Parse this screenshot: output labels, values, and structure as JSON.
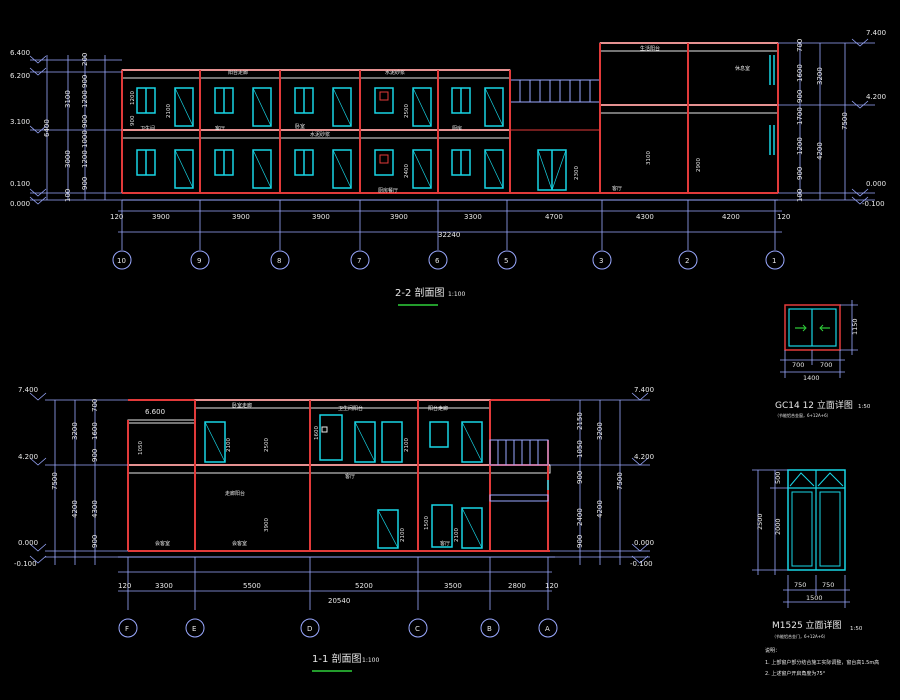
{
  "colors": {
    "background": "#000000",
    "wall": "#e23a3a",
    "window": "#18d6e6",
    "dimension": "#9aa9ff",
    "text": "#e8e8e8",
    "title_underline": "#2fcf3a"
  },
  "section_22": {
    "title": "2-2 剖面图",
    "scale": "1:100",
    "elevations_left": [
      "6.400",
      "6.200",
      "3.100",
      "0.100",
      "0.000"
    ],
    "elevations_right": [
      "7.400",
      "4.200",
      "0.000",
      "-0.100"
    ],
    "spans": [
      "120",
      "3900",
      "3900",
      "3900",
      "3900",
      "3300",
      "4700",
      "4300",
      "4200",
      "120"
    ],
    "total": "32240",
    "axes": [
      "10",
      "9",
      "8",
      "7",
      "6",
      "5",
      "3",
      "2",
      "1"
    ],
    "vertical_dims_left": [
      "6400",
      "3100",
      "3000",
      "100",
      "900",
      "1200",
      "900",
      "900",
      "1200",
      "1000",
      "200"
    ],
    "vertical_dims_right": [
      "7500",
      "4200",
      "3200",
      "700",
      "1600",
      "900",
      "1700",
      "1200",
      "900",
      "100"
    ],
    "room_labels": [
      "阳台走廊",
      "水泥砂浆",
      "水泥砂浆",
      "卫生间",
      "客厅",
      "卧室",
      "厨房",
      "厨房餐厅",
      "生活阳台",
      "休息室",
      "客厅"
    ],
    "inner_dims": [
      "900",
      "1200",
      "2100",
      "2500",
      "2400",
      "3100",
      "2900",
      "2300"
    ]
  },
  "section_11": {
    "title": "1-1 剖面图",
    "scale": "1:100",
    "elevations_left": [
      "7.400",
      "4.200",
      "0.000",
      "-0.100"
    ],
    "elevations_right": [
      "7.400",
      "4.200",
      "0.000",
      "-0.100"
    ],
    "roof_label": "6.600",
    "spans": [
      "120",
      "3300",
      "5500",
      "5200",
      "3500",
      "2800",
      "120"
    ],
    "total": "20540",
    "axes": [
      "F",
      "E",
      "D",
      "C",
      "B",
      "A"
    ],
    "vertical_dims_left": [
      "7500",
      "3200",
      "4200",
      "700",
      "1600",
      "900",
      "4300",
      "900"
    ],
    "vertical_dims_right": [
      "7500",
      "3200",
      "4200",
      "2150",
      "1050",
      "900",
      "2400",
      "900"
    ],
    "room_labels": [
      "卧室走廊",
      "卫生间阳台",
      "阳台走廊",
      "走廊阳台",
      "会客室",
      "会客室",
      "客厅",
      "客厅"
    ],
    "inner_dims": [
      "1050",
      "2100",
      "2500",
      "1600",
      "2100",
      "3900",
      "2100",
      "1500",
      "2100"
    ]
  },
  "window_detail": {
    "title": "GC14 12 立面详图",
    "scale": "1:50",
    "note": "（节能铝合金窗，6+12A+6）",
    "widths": [
      "700",
      "700"
    ],
    "total_width": "1400",
    "height": "1150"
  },
  "door_detail": {
    "title": "M1525 立面详图",
    "scale": "1:50",
    "note": "（节能铝合金门，6+12A+6）",
    "widths": [
      "750",
      "750"
    ],
    "total_width": "1500",
    "heights": [
      "500",
      "2000"
    ],
    "total_height": "2500"
  },
  "notes": {
    "heading": "说明：",
    "lines": [
      "1. 上部窗户部分结合施工实际调整，窗台高1.5m高",
      "2. 上述窗户开启角度为75°"
    ]
  }
}
